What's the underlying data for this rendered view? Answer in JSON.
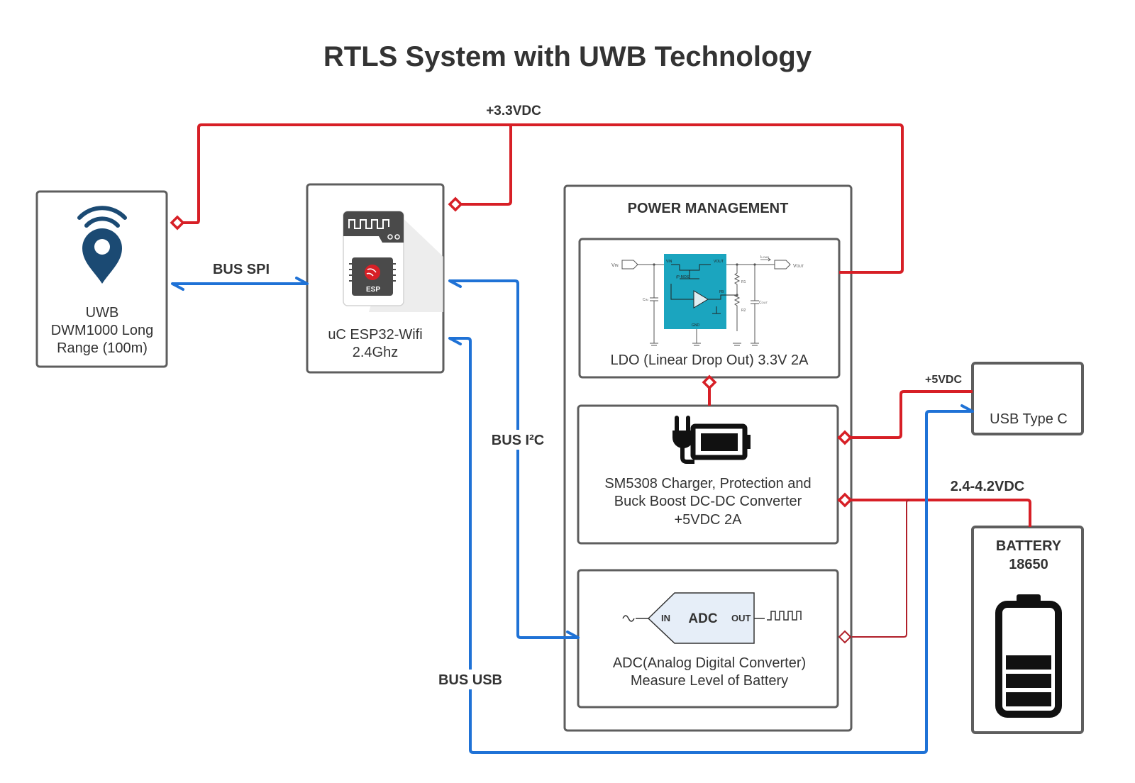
{
  "title": "RTLS System with UWB Technology",
  "colors": {
    "power": "#d71f26",
    "bus": "#1f72d6",
    "box_border": "#5e5e5e",
    "uwb_icon": "#1b4a73",
    "text": "#333333"
  },
  "labels": {
    "v33": "+3.3VDC",
    "bus_spi": "BUS SPI",
    "bus_i2c": "BUS I²C",
    "bus_usb": "BUS USB",
    "v5": "+5VDC",
    "vbat": "2.4-4.2VDC"
  },
  "uwb": {
    "line1": "UWB",
    "line2": "DWM1000 Long",
    "line3": "Range (100m)",
    "icon": "location-pin-wifi-icon"
  },
  "esp": {
    "line1": "uC ESP32-Wifi",
    "line2": "2.4Ghz",
    "chip_text": "ESP",
    "icon": "esp32-chip-icon"
  },
  "power_mgmt": {
    "title": "POWER MANAGEMENT",
    "ldo": {
      "label": "LDO (Linear Drop Out) 3.3V 2A",
      "schematic": {
        "vin": "V",
        "vin_sub": "IN",
        "vout": "V",
        "vout_sub": "OUT",
        "pin_vin": "VIN",
        "pin_vout": "VOUT",
        "pmos": "(P-MOS)",
        "fb": "FB",
        "gnd": "GND",
        "r1": "R1",
        "r2": "R2",
        "cin": "C",
        "cin_sub": "IN",
        "cout": "C",
        "cout_sub": "OUT",
        "iload": "I",
        "iload_sub": "LOAD"
      }
    },
    "charger": {
      "line1": "SM5308 Charger, Protection and",
      "line2": "Buck Boost DC-DC Converter",
      "line3": "+5VDC 2A",
      "icon": "plug-battery-icon"
    },
    "adc": {
      "line1": "ADC(Analog Digital Converter)",
      "line2": "Measure Level of Battery",
      "symbol_text": "ADC",
      "in_text": "IN",
      "out_text": "OUT"
    }
  },
  "usb": {
    "label": "USB Type C"
  },
  "battery": {
    "line1": "BATTERY",
    "line2": "18650",
    "icon": "battery-icon",
    "level": 0.6
  }
}
